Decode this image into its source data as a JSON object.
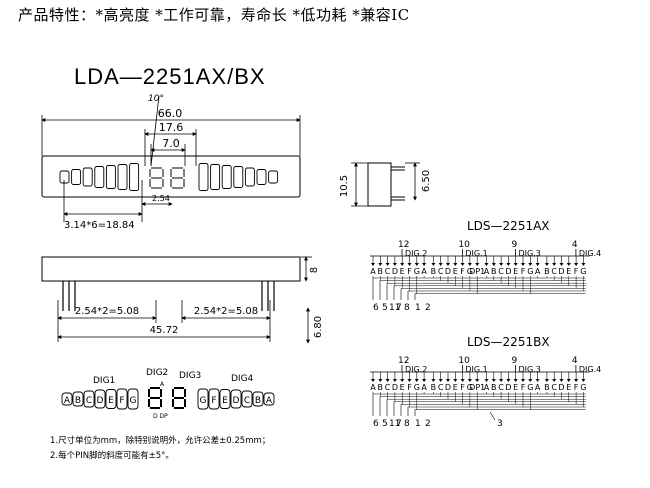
{
  "header": {
    "features": "产品特性：*高亮度 *工作可靠，寿命长 *低功耗 *兼容IC",
    "model": "LDA—2251AX/BX"
  },
  "front_view": {
    "angle": "10°",
    "dims": {
      "total_width": "66.0",
      "middle_width": "17.6",
      "digit_width": "7.0",
      "segment_pitch": "2.54",
      "bar_pitch": "3.14*6=18.84"
    }
  },
  "side_view": {
    "height": "10.5",
    "depth": "6.50"
  },
  "bottom_view": {
    "pin_height": "8",
    "pin_span_left": "2.54*2=5.08",
    "pin_span_right": "2.54*2=5.08",
    "pin_row_width": "45.72",
    "pin_length": "6.80"
  },
  "segment_map": {
    "dig1_label": "DIG1",
    "dig2_label": "DIG2",
    "dig3_label": "DIG3",
    "dig4_label": "DIG4",
    "left_bars": [
      "A",
      "B",
      "C",
      "D",
      "E",
      "F",
      "G"
    ],
    "right_bars": [
      "G",
      "F",
      "E",
      "D",
      "C",
      "B",
      "A"
    ],
    "digit_top_label": "A",
    "digit_bottom_labels": "D  DP"
  },
  "schematics": [
    {
      "title": "LDS—2251AX",
      "pin_top": [
        "12",
        "10",
        "9",
        "4"
      ],
      "digits": [
        "DIG.2",
        "DIG.1",
        "DIG.3",
        "DIG.4"
      ],
      "segments": [
        [
          "A",
          "B",
          "C",
          "D",
          "E",
          "F",
          "G",
          "A"
        ],
        [
          "B",
          "C",
          "D",
          "E",
          "F",
          "G",
          "DP1"
        ],
        [
          "A",
          "B",
          "C",
          "D",
          "E",
          "F",
          "G",
          "A"
        ],
        [
          "B",
          "C",
          "D",
          "E",
          "F",
          "G"
        ]
      ],
      "pin_bottom": [
        "6",
        "5",
        "11",
        "7",
        "8",
        "1",
        "2"
      ]
    },
    {
      "title": "LDS—2251BX",
      "pin_top": [
        "12",
        "10",
        "9",
        "4"
      ],
      "digits": [
        "DIG.2",
        "DIG.1",
        "DIG.3",
        "DIG.4"
      ],
      "segments": [
        [
          "A",
          "B",
          "C",
          "D",
          "E",
          "F",
          "G",
          "A"
        ],
        [
          "B",
          "C",
          "D",
          "E",
          "F",
          "G",
          "DP1"
        ],
        [
          "A",
          "B",
          "C",
          "D",
          "E",
          "F",
          "G",
          "A"
        ],
        [
          "B",
          "C",
          "D",
          "E",
          "F",
          "G"
        ]
      ],
      "pin_bottom": [
        "6",
        "5",
        "11",
        "7",
        "8",
        "1",
        "2"
      ],
      "pin_extra": "3"
    }
  ],
  "notes": {
    "note1": "1.尺寸单位为mm，除特别说明外，允许公差±0.25mm；",
    "note2": "2.每个PIN脚的斜度可能有±5°。"
  }
}
